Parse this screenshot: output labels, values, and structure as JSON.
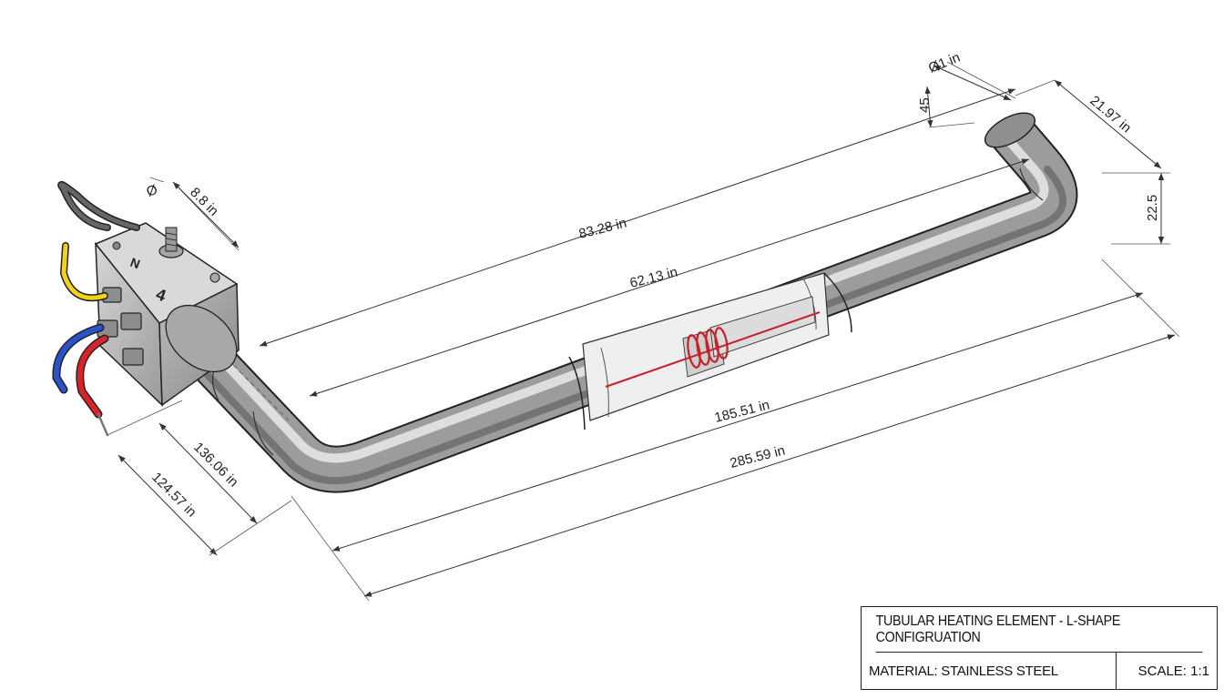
{
  "dimensions": {
    "d_8_8": "8.8 in",
    "diameter_symbol": "Ø",
    "d_83_28": "83.28 in",
    "d_62_13": "62.13 in",
    "d_185_51": "185.51 in",
    "d_285_59": "285.59 in",
    "d_136_06": "136.06 in",
    "d_124_57": "124.57 in",
    "d_dia_1": "Ø1 in",
    "d_45": "45",
    "d_21_97": "21.97 in",
    "d_22_5": "22.5"
  },
  "terminal_box": {
    "label_n": "N",
    "label_4": "4"
  },
  "title_block": {
    "title": "TUBULAR HEATING ELEMENT - L-SHAPE CONFIGRUATION",
    "material": "MATERIAL: STAINLESS STEEL",
    "scale": "SCALE: 1:1"
  },
  "colors": {
    "tube": "#a9a9a9",
    "wire_yellow": "#f2d21b",
    "wire_blue": "#2a52c9",
    "wire_red": "#d8232a",
    "wire_gray": "#666666",
    "coil": "#c8202a"
  }
}
